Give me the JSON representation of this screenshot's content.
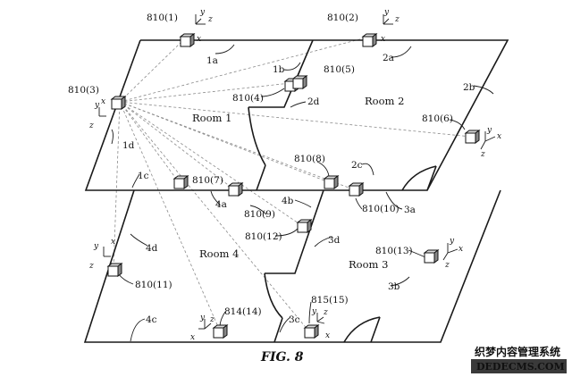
{
  "figure_caption": "FIG. 8",
  "rooms": {
    "room1": "Room 1",
    "room2": "Room 2",
    "room3": "Room 3",
    "room4": "Room 4"
  },
  "walls": {
    "w1a": "1a",
    "w1b": "1b",
    "w1c": "1c",
    "w1d": "1d",
    "w2a": "2a",
    "w2b": "2b",
    "w2c": "2c",
    "w2d": "2d",
    "w3a": "3a",
    "w3b": "3b",
    "w3c": "3c",
    "w3d": "3d",
    "w4a": "4a",
    "w4b": "4b",
    "w4c": "4c",
    "w4d": "4d"
  },
  "sensors": {
    "s810_1": "810(1)",
    "s810_2": "810(2)",
    "s810_3": "810(3)",
    "s810_4": "810(4)",
    "s810_5": "810(5)",
    "s810_6": "810(6)",
    "s810_7": "810(7)",
    "s810_8": "810(8)",
    "s810_9": "810(9)",
    "s810_10": "810(10)",
    "s810_11": "810(11)",
    "s810_12": "810(12)",
    "s810_13": "810(13)",
    "s814_14": "814(14)",
    "s815_15": "815(15)"
  },
  "axes": {
    "x": "x",
    "y": "y",
    "z": "z"
  },
  "watermark": {
    "line1": "织梦内容管理系统",
    "line2": "DEDECMS.COM",
    "accent_color": "#c0392b",
    "band_color": "#3a3a3a"
  }
}
